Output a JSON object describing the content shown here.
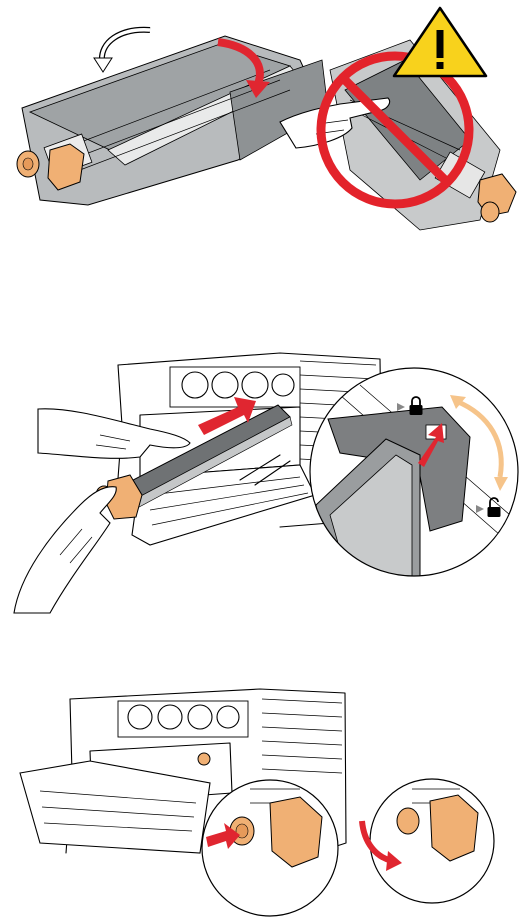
{
  "colors": {
    "arrow": "#e02630",
    "prohibition": "#e3232b",
    "warning_fill": "#f8d21c",
    "knob": "#f0b074",
    "film": "#9a9ea0",
    "panel": "#7d7f81",
    "double_arrow": "#f6c48a"
  },
  "icons": {
    "warning": "warning-triangle-icon",
    "prohibition": "no-touch-icon",
    "lock": "padlock-locked-icon",
    "unlock": "padlock-unlocked-icon"
  },
  "panels": [
    {
      "id": "remove-protective-film",
      "arrows": [
        "curved-arrow-left",
        "curved-arrow-right"
      ]
    },
    {
      "id": "insert-drum-cartridge",
      "arrows": [
        "insert-arrow",
        "lever-arrow",
        "lock-double-arrow"
      ]
    },
    {
      "id": "push-and-turn-knob",
      "arrows": [
        "push-arrow",
        "turn-arrow"
      ]
    }
  ]
}
